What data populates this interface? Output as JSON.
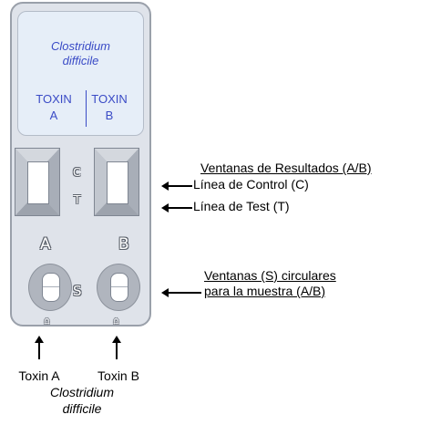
{
  "device": {
    "organism_line1": "Clostridium",
    "organism_line2": "difficile",
    "toxin_a": {
      "line1": "TOXIN",
      "line2": "A"
    },
    "toxin_b": {
      "line1": "TOXIN",
      "line2": "B"
    },
    "marks": {
      "c": "C",
      "t": "T",
      "a": "A",
      "b": "B",
      "s": "S"
    }
  },
  "annotations": {
    "result_windows": "Ventanas de Resultados (A/B)",
    "control_line": "Línea de Control (C)",
    "test_line": "Línea de Test (T)",
    "sample_windows_line1": "Ventanas (S) circulares",
    "sample_windows_line2": "para la muestra (A/B)"
  },
  "bottom": {
    "toxin_a": "Toxin A",
    "toxin_b": "Toxin B",
    "organism_line1": "Clostridium",
    "organism_line2": "difficile"
  },
  "colors": {
    "text_blue": "#3a4bc6",
    "device_body": "#dfe3ea",
    "label_card": "#e6eef8"
  },
  "icons": {
    "sample_well_marker": "house-icon"
  }
}
